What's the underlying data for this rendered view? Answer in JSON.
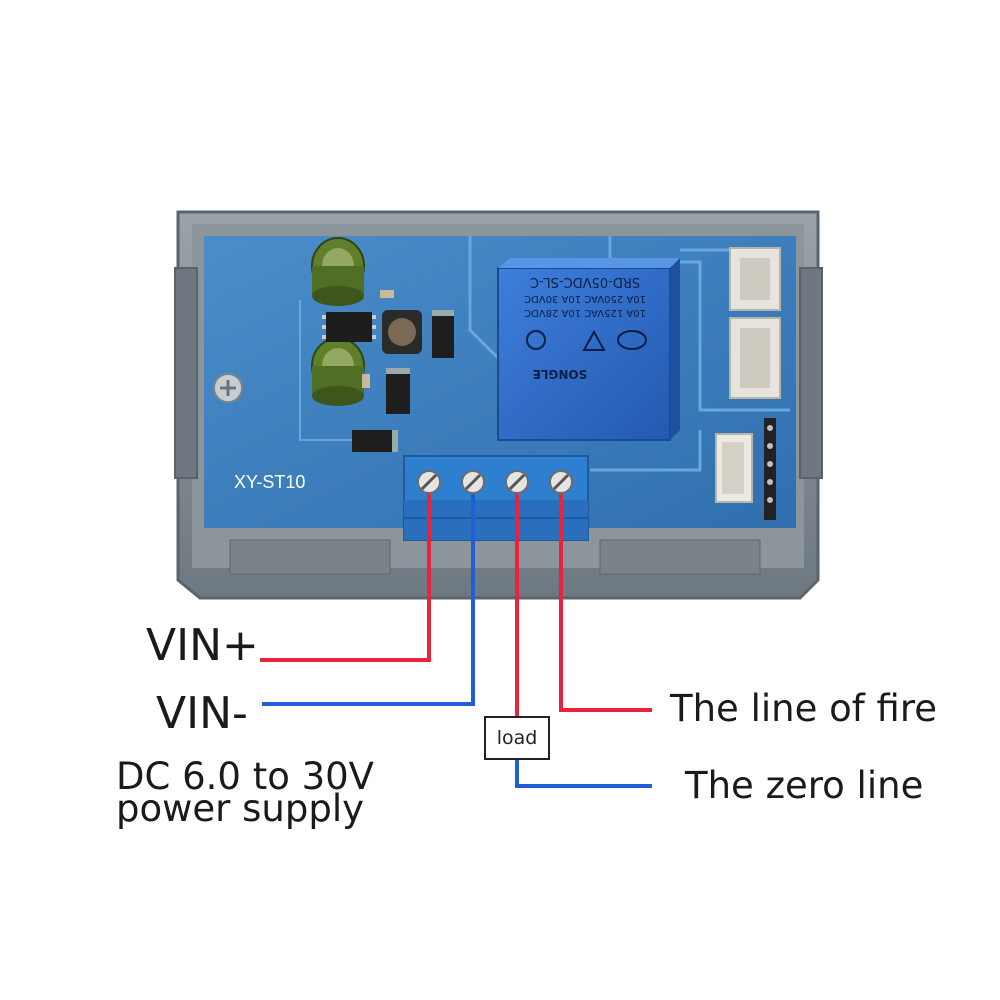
{
  "board": {
    "model": "XY-ST10",
    "relay_lines": [
      "SRD-05VDC-SL-C",
      "10A 250VAC 10A 30VDC",
      "10A 125VAC 10A 28VDC"
    ],
    "relay_brand": "SONGLE"
  },
  "labels": {
    "vin_plus": "VIN+",
    "vin_minus": "VIN-",
    "supply_line1": "DC 6.0 to 30V",
    "supply_line2": "power supply",
    "fire_line": "The line of fire",
    "zero_line": "The zero line",
    "load": "load"
  },
  "colors": {
    "positive_wire": "#e8243c",
    "negative_wire": "#1f5fd6",
    "pcb": "#3b7fbe",
    "housing": "#7f8a93",
    "terminal_block": "#2f7fd0",
    "relay": "#2b67c6"
  }
}
